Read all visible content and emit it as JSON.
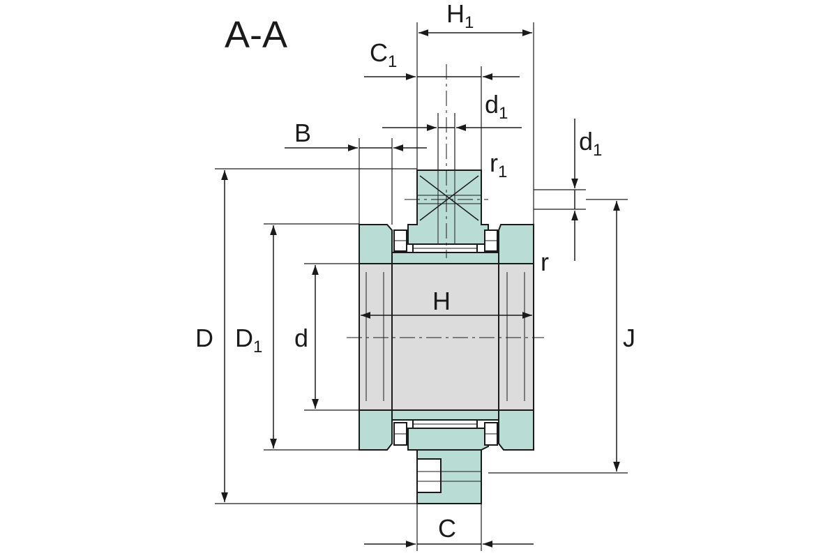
{
  "section_title": "A-A",
  "colors": {
    "steel_fill": "#b9dcd5",
    "bore_fill": "#dcdcdc",
    "line": "#1a1a1a"
  },
  "labels": {
    "H1": {
      "main": "H",
      "sub": "1"
    },
    "C1": {
      "main": "C",
      "sub": "1"
    },
    "d1_top": {
      "main": "d",
      "sub": "1"
    },
    "d1_right": {
      "main": "d",
      "sub": "1"
    },
    "B": {
      "main": "B"
    },
    "r1": {
      "main": "r",
      "sub": "1"
    },
    "r": {
      "main": "r"
    },
    "H": {
      "main": "H"
    },
    "D": {
      "main": "D"
    },
    "D1": {
      "main": "D",
      "sub": "1"
    },
    "d": {
      "main": "d"
    },
    "J": {
      "main": "J"
    },
    "C": {
      "main": "C"
    }
  }
}
